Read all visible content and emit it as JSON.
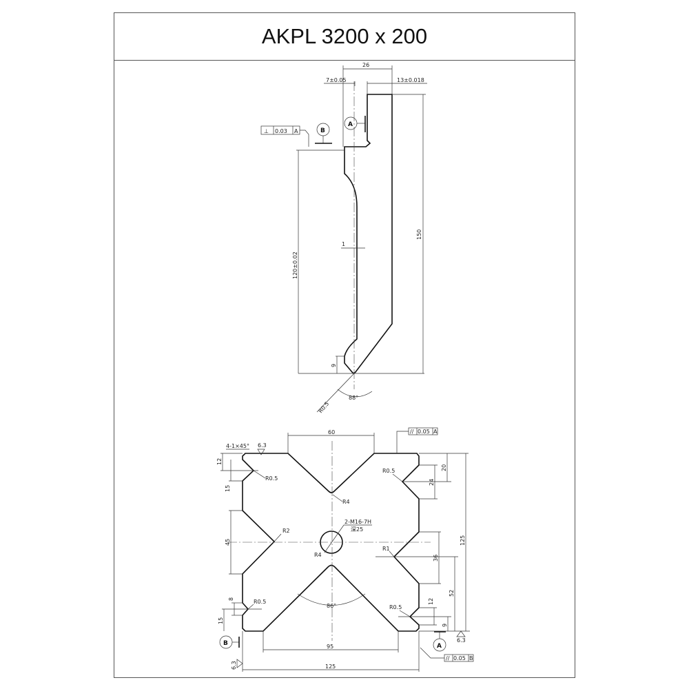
{
  "title": "AKPL 3200 x 200",
  "side_view": {
    "dim_width": "26",
    "dim_left": "7±0.05",
    "dim_right": "13±0.018",
    "dim_height_total": "150",
    "dim_height_working": "120±0.02",
    "dim_offset": "1",
    "dim_tip": "9",
    "radius_tip": "R0.5",
    "angle": "88°",
    "datum_a": "A",
    "datum_b": "B",
    "tolerance_symbol": "⊥",
    "tolerance_value": "0.03",
    "tolerance_datum": "A"
  },
  "section_view": {
    "chamfer": "4-1×45°",
    "roughness_top": "6.3",
    "dim_top_width": "60",
    "tol_top_symbol": "//",
    "tol_top_value": "0.05",
    "tol_top_datum": "A",
    "left_dim_12": "12",
    "left_dim_15a": "15",
    "left_r05_top": "R0.5",
    "center_r4_top": "R4",
    "right_r05_top": "R0.5",
    "right_dim_20": "20",
    "right_dim_24": "24",
    "dim_125_right": "125",
    "thread": "2-M16-7H",
    "thread_depth": "深25",
    "left_r2": "R2",
    "left_dim_45": "45",
    "center_r4_bottom": "R4",
    "right_r1": "R1",
    "right_dim_36": "36",
    "right_dim_52": "52",
    "angle_bottom": "86°",
    "left_dim_8": "8",
    "left_r05_bottom": "R0.5",
    "left_dim_15b": "15",
    "right_r05_bottom": "R0.5",
    "right_dim_12": "12",
    "right_dim_9": "9",
    "roughness_right": "6.3",
    "datum_b": "B",
    "datum_a": "A",
    "dim_bottom_opening": "95",
    "dim_bottom_width": "125",
    "roughness_left": "6.3",
    "tol_bottom_symbol": "//",
    "tol_bottom_value": "0.05",
    "tol_bottom_datum": "B"
  }
}
